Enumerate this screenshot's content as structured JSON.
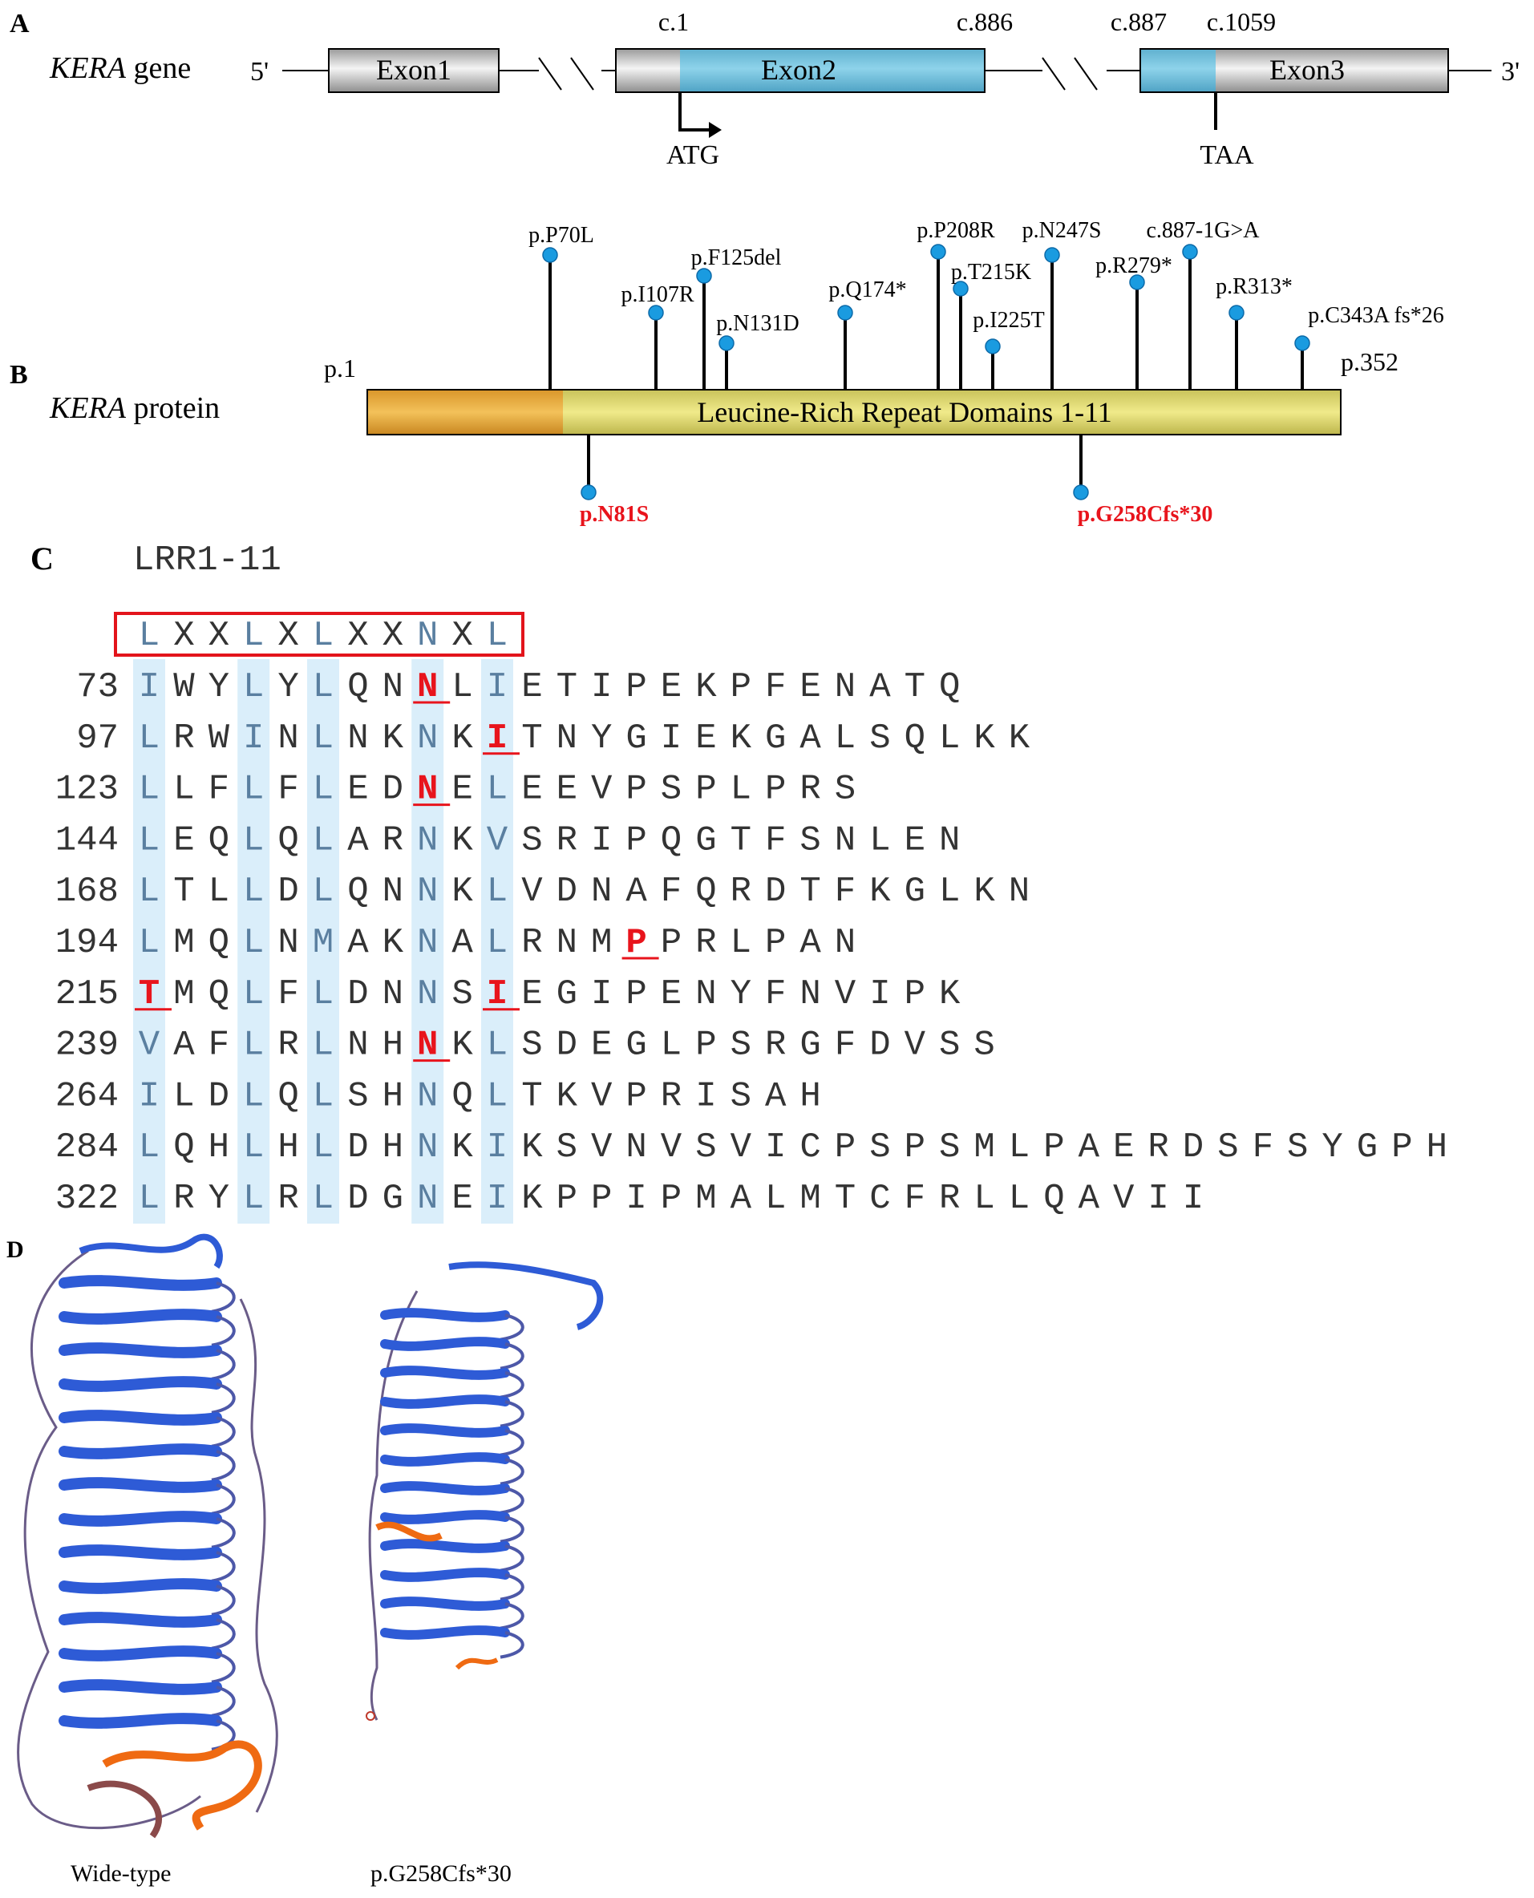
{
  "panel_a": {
    "letter": "A",
    "gene_name": "KERA",
    "gene_suffix": " gene",
    "five_prime": "5'",
    "three_prime": "3'",
    "exon1": "Exon1",
    "exon2": "Exon2",
    "exon3": "Exon3",
    "c1": "c.1",
    "c886": "c.886",
    "c887": "c.887",
    "c1059": "c.1059",
    "atg": "ATG",
    "taa": "TAA"
  },
  "panel_b": {
    "letter": "B",
    "protein_name": "KERA",
    "protein_suffix": " protein",
    "start": "p.1",
    "end": "p.352",
    "domain_label": "Leucine-Rich Repeat Domains 1-11",
    "pin_color": "#1a9be0",
    "novel_color": "#e8141c",
    "mutations_above": [
      {
        "label": "p.P70L"
      },
      {
        "label": "p.I107R"
      },
      {
        "label": "p.F125del"
      },
      {
        "label": "p.N131D"
      },
      {
        "label": "p.Q174*"
      },
      {
        "label": "p.P208R"
      },
      {
        "label": "p.T215K"
      },
      {
        "label": "p.I225T"
      },
      {
        "label": "p.N247S"
      },
      {
        "label": "p.R279*"
      },
      {
        "label": "c.887-1G>A"
      },
      {
        "label": "p.R313*"
      },
      {
        "label": "p.C343A fs*26"
      }
    ],
    "mutations_below": [
      {
        "label": "p.N81S"
      },
      {
        "label": "p.G258Cfs*30"
      }
    ]
  },
  "panel_c": {
    "letter": "C",
    "title": "LRR1-11",
    "consensus": [
      "L",
      "X",
      "X",
      "L",
      "X",
      "L",
      "X",
      "X",
      "N",
      "X",
      "L"
    ],
    "highlight_color": "#daeefa",
    "mutation_color": "#e8141c",
    "rows": [
      {
        "num": "73",
        "seq": "IWYLYLQNNLIETIPEKPFENATQ"
      },
      {
        "num": "97",
        "seq": "LRWINLNKNKITNYGIEKGALSQLKK"
      },
      {
        "num": "123",
        "seq": "LLFLFLEDNELEEVPSPLPRS"
      },
      {
        "num": "144",
        "seq": "LEQLQLARNKVSRIPQGTFSNLEN"
      },
      {
        "num": "168",
        "seq": "LTLLDLQNNKLVDNAFQRDTFKGLKN"
      },
      {
        "num": "194",
        "seq": "LMQLNMAKNALRNMPPRLPAN"
      },
      {
        "num": "215",
        "seq": "TMQLFLDNNSIEGIPENYFNVIPK"
      },
      {
        "num": "239",
        "seq": "VAFLRLNHNKLSDEGLPSRGFDVSS"
      },
      {
        "num": "264",
        "seq": "ILDLQLSHNQLTKVPRISAH"
      },
      {
        "num": "284",
        "seq": "LQHLHLDHNKIKSVNVSVICPSPSMLPAERDSFSYGPH"
      },
      {
        "num": "322",
        "seq": "LRYLRLDGNEIKPPIPMALMTCFRLLQAVII"
      }
    ],
    "mutated_positions": [
      {
        "row": 0,
        "col": 8
      },
      {
        "row": 1,
        "col": 10
      },
      {
        "row": 2,
        "col": 8
      },
      {
        "row": 5,
        "col": 14
      },
      {
        "row": 6,
        "col": 0
      },
      {
        "row": 6,
        "col": 10
      },
      {
        "row": 7,
        "col": 8
      }
    ]
  },
  "panel_d": {
    "letter": "D",
    "wild_label": "Wide-type",
    "mutant_label": "p.G258Cfs*30",
    "ribbon_color": "#2e5bd6",
    "tail_color": "#ef6a12"
  }
}
